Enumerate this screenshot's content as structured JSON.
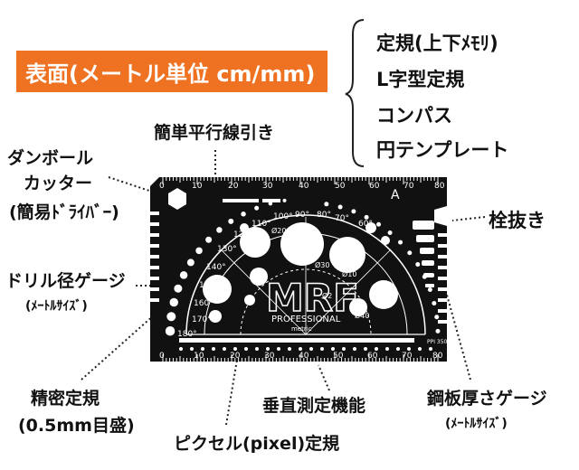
{
  "header": {
    "badge": "表面(メートル単位 cm/mm)",
    "features": [
      "定規(上下ﾒﾓﾘ)",
      "L字型定規",
      "コンパス",
      "円テンプレート"
    ]
  },
  "callouts": {
    "parallel_lines": "簡単平行線引き",
    "cardboard_line1": "ダンボール",
    "cardboard_line2": "カッター",
    "cardboard_line3": "(簡易ﾄﾞﾗｲﾊﾞｰ)",
    "bottle_opener": "栓抜き",
    "drill_gauge_line1": "ドリル径ゲージ",
    "drill_gauge_line2": "(ﾒｰﾄﾙｻｲｽﾞ)",
    "precision_ruler_line1": "精密定規",
    "precision_ruler_line2": "(0.5mm目盛)",
    "vertical_measure": "垂直測定機能",
    "pixel_ruler": "ピクセル(pixel)定規",
    "steel_gauge_line1": "鋼板厚さゲージ",
    "steel_gauge_line2": "(ﾒｰﾄﾙｻｲｽﾞ)"
  },
  "card": {
    "logo": "MRF",
    "brand": "PROFESSIONAL",
    "sub": "metric",
    "top_scale": [
      "0",
      "10",
      "20",
      "30",
      "40",
      "50",
      "60",
      "70",
      "80"
    ],
    "bottom_scale": [
      "0",
      "10",
      "20",
      "30",
      "40",
      "50",
      "60",
      "70",
      "80"
    ],
    "angle_labels": [
      "60°",
      "70°",
      "80°",
      "90°",
      "100°",
      "110°",
      "120°",
      "130°",
      "140°",
      "150°",
      "160°",
      "170°",
      "180°"
    ],
    "dims": [
      "Ø2",
      "Ø10",
      "Ø20",
      "Ø30",
      "Ø40"
    ],
    "corner_mark": "A",
    "ppi": "PPI 350"
  },
  "colors": {
    "accent": "#ee7222",
    "card": "#111111",
    "mark": "#ffffff"
  }
}
